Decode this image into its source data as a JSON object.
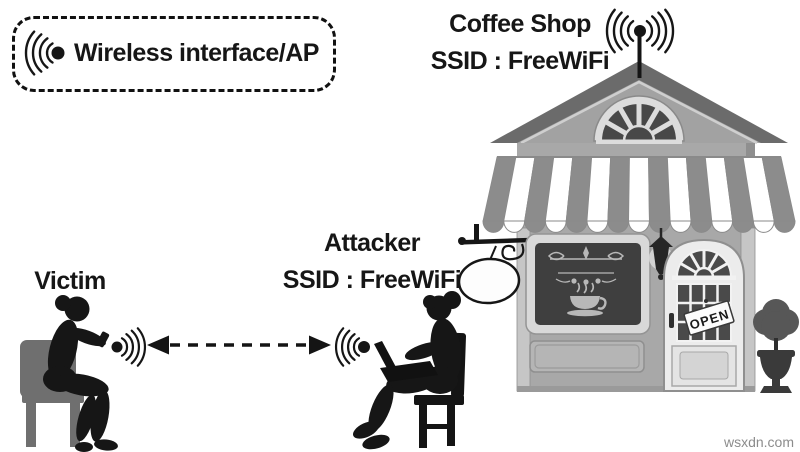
{
  "legend": {
    "label": "Wireless interface/AP"
  },
  "coffee_shop": {
    "title": "Coffee Shop",
    "ssid": "SSID : FreeWiFi"
  },
  "attacker": {
    "label": "Attacker",
    "ssid": "SSID : FreeWiFi"
  },
  "victim": {
    "label": "Victim"
  },
  "door": {
    "open_sign": "OPEN"
  },
  "watermark": "wsxdn.com",
  "colors": {
    "ink": "#161616",
    "roof": "#6b6b6b",
    "gable_wall": "#a2a2a2",
    "wall": "#a8a8a8",
    "awning_gray": "#8c8c8c",
    "awning_white": "#ffffff",
    "board_dark": "#3f3f3f",
    "board_chalk": "#b8b8b8",
    "door_light": "#ececec",
    "pane_dark": "#4a4a4a",
    "chair_gray": "#6f6f6f",
    "watermark_gray": "#8c8c8c"
  }
}
